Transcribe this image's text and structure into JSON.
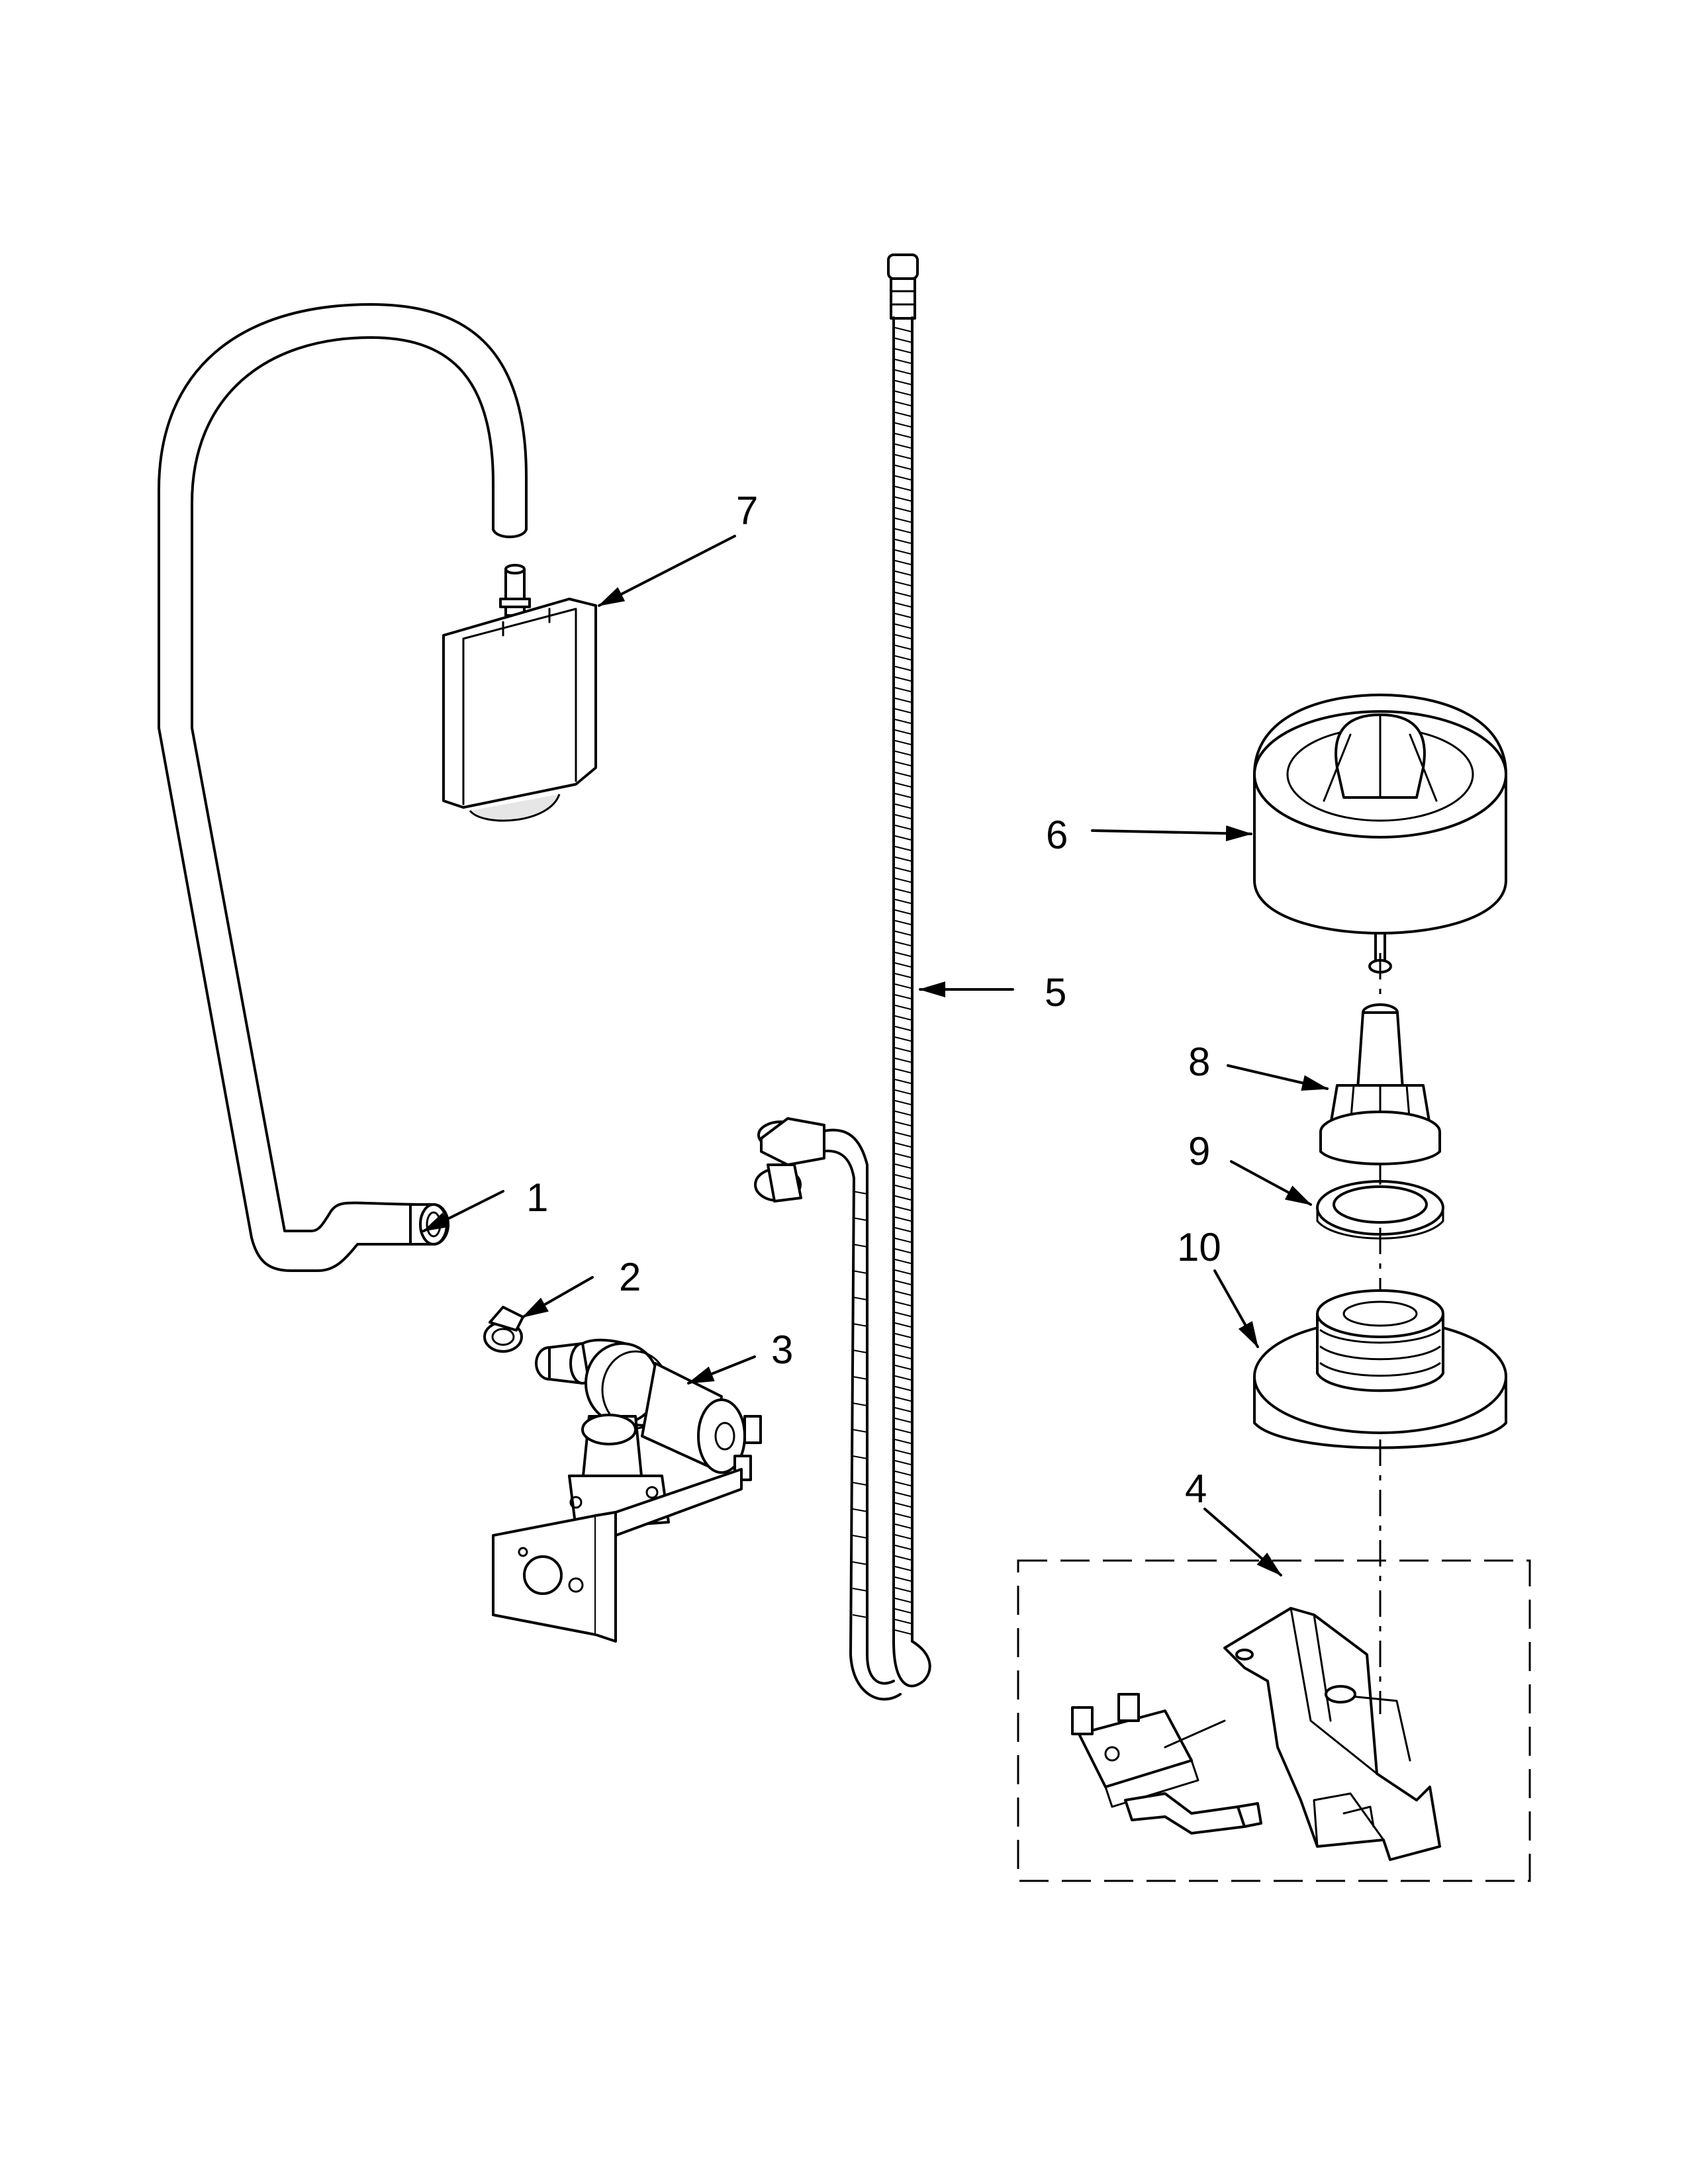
{
  "diagram": {
    "callouts": [
      {
        "id": "c1",
        "label": "1"
      },
      {
        "id": "c2",
        "label": "2"
      },
      {
        "id": "c3",
        "label": "3"
      },
      {
        "id": "c4",
        "label": "4"
      },
      {
        "id": "c5",
        "label": "5"
      },
      {
        "id": "c6",
        "label": "6"
      },
      {
        "id": "c7",
        "label": "7"
      },
      {
        "id": "c8",
        "label": "8"
      },
      {
        "id": "c9",
        "label": "9"
      },
      {
        "id": "c10",
        "label": "10"
      }
    ]
  }
}
